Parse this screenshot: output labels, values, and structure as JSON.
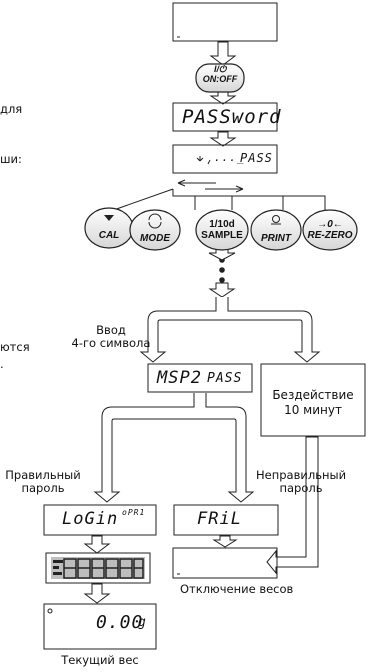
{
  "left_fragments": {
    "line1": "для",
    "line2": "ши:",
    "line3": "ются",
    "line4": "."
  },
  "display": {
    "password_label": "PASSword",
    "entry_dots": "..._",
    "entry_pass": "PASS",
    "entry_current": "MSP2",
    "entry_current_pass": "PASS",
    "login": "LoGin",
    "login_sub": "oPR1",
    "fail": "FRiL",
    "weight": "0.00",
    "weight_unit": "g"
  },
  "keys": {
    "power_top": "I/⏻",
    "power_bottom": "ON:OFF",
    "cal": "CAL",
    "mode": "MODE",
    "sample_top": "1/10d",
    "sample_bottom": "SAMPLE",
    "print": "PRINT",
    "rezero_top": "→0←",
    "rezero_bottom": "RE-ZERO"
  },
  "labels": {
    "input_4th": [
      "Ввод",
      "4-го символа"
    ],
    "inactivity": [
      "Бездействие",
      "10 минут"
    ],
    "correct": [
      "Правильный",
      "пароль"
    ],
    "incorrect": [
      "Неправильный",
      "пароль"
    ],
    "shutdown": "Отключение весов",
    "current_weight": "Текущий вес"
  }
}
